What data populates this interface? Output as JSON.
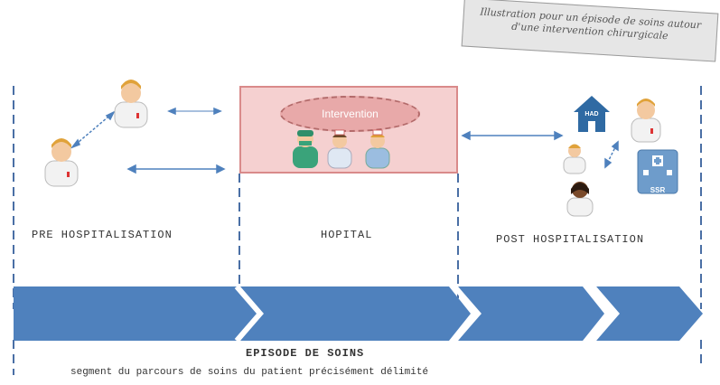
{
  "note": {
    "line1": "Illustration pour un épisode de soins autour",
    "line2": "d'une intervention chirurgicale"
  },
  "zones": {
    "pre": "PRE HOSPITALISATION",
    "hopital": "HOPITAL",
    "post": "POST HOSPITALISATION"
  },
  "intervention_label": "Intervention",
  "icons": {
    "had": "HAD",
    "ssr": "SSR"
  },
  "footer": {
    "title": "EPISODE DE SOINS",
    "subtitle": "segment du parcours de soins du patient précisément délimité"
  },
  "colors": {
    "arrow_blue": "#4f81bd",
    "dashed_blue": "#4a6fa5",
    "hospital_fill": "#f5d0d0",
    "hospital_border": "#d98a8a",
    "intervention_fill": "#e8a9a9"
  }
}
